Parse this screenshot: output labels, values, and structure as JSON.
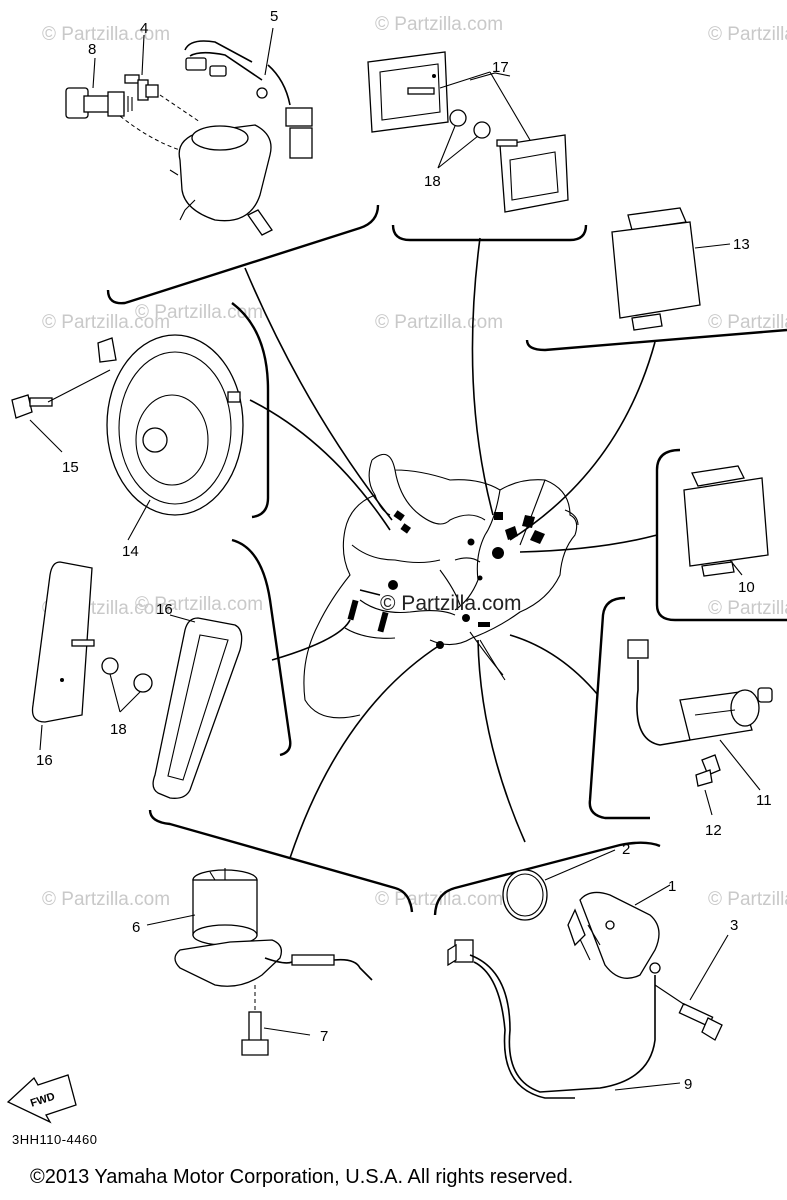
{
  "watermarks": [
    "© Partzilla.com",
    "© Partzilla.com",
    "© Partzilla.com",
    "© Partzilla.com",
    "© Partzilla.com",
    "© Partzilla.com",
    "© Partzilla.com",
    "© Partzilla.com",
    "© Partzilla.com",
    "© Partzilla.com",
    "© Partzilla.com",
    "© Partzilla.com",
    "© Partzilla.com"
  ],
  "center_watermark": "© Partzilla.com",
  "callouts": {
    "c1": "1",
    "c2": "2",
    "c3": "3",
    "c4": "4",
    "c5": "5",
    "c6": "6",
    "c7": "7",
    "c8": "8",
    "c9": "9",
    "c10": "10",
    "c11": "11",
    "c12": "12",
    "c13": "13",
    "c14": "14",
    "c15": "15",
    "c16a": "16",
    "c16b": "16",
    "c17": "17",
    "c18a": "18",
    "c18b": "18"
  },
  "fwd_label": "FWD",
  "drawing_code": "3HH110-4460",
  "copyright": "©2013 Yamaha Motor Corporation, U.S.A. All rights reserved."
}
